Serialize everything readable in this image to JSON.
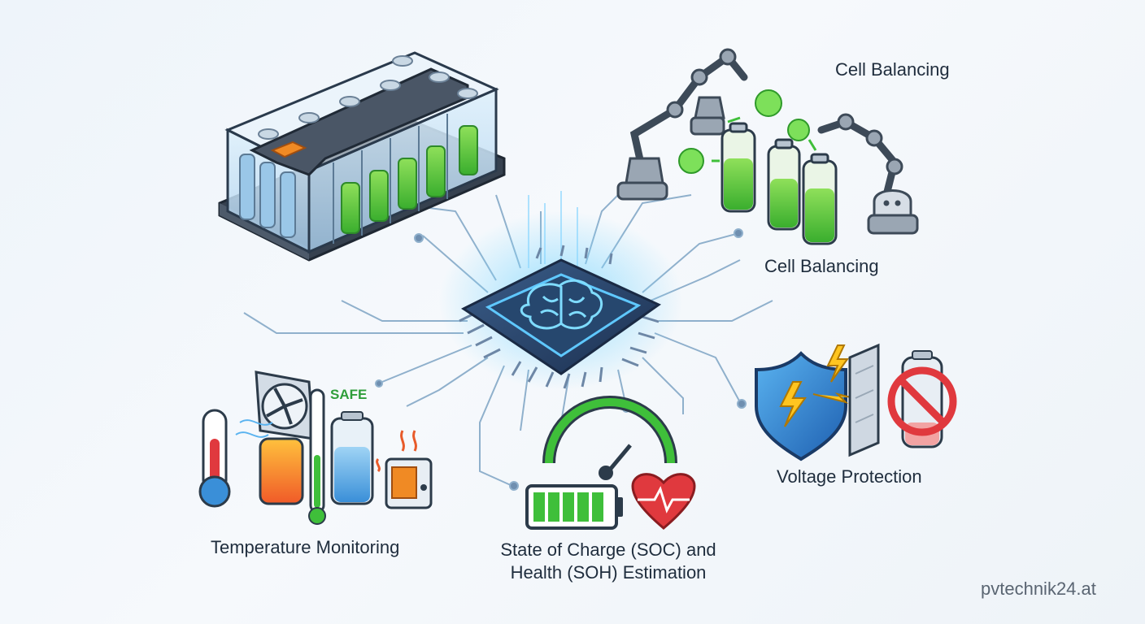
{
  "labels": {
    "cell_balancing_top": "Cell Balancing",
    "cell_balancing": "Cell Balancing",
    "voltage_protection": "Voltage Protection",
    "temperature_monitoring": "Temperature Monitoring",
    "soc_soh": "State of Charge (SOC) and Health (SOH) Estimation",
    "safe": "SAFE",
    "brand": "pvtechnik24.at"
  },
  "icons": [
    "battery-pack-icon",
    "ai-chip-icon",
    "brain-icon",
    "robot-arm-icon",
    "battery-cell-icon",
    "shield-icon",
    "lightning-icon",
    "no-sign-icon",
    "thermometer-icon",
    "fan-icon",
    "heater-icon",
    "gauge-icon",
    "heart-icon"
  ],
  "colors": {
    "accent_blue": "#2f7fd0",
    "green": "#3fbf3a",
    "warning": "#f5b800",
    "danger": "#e0393e",
    "text": "#1f2d3d"
  }
}
